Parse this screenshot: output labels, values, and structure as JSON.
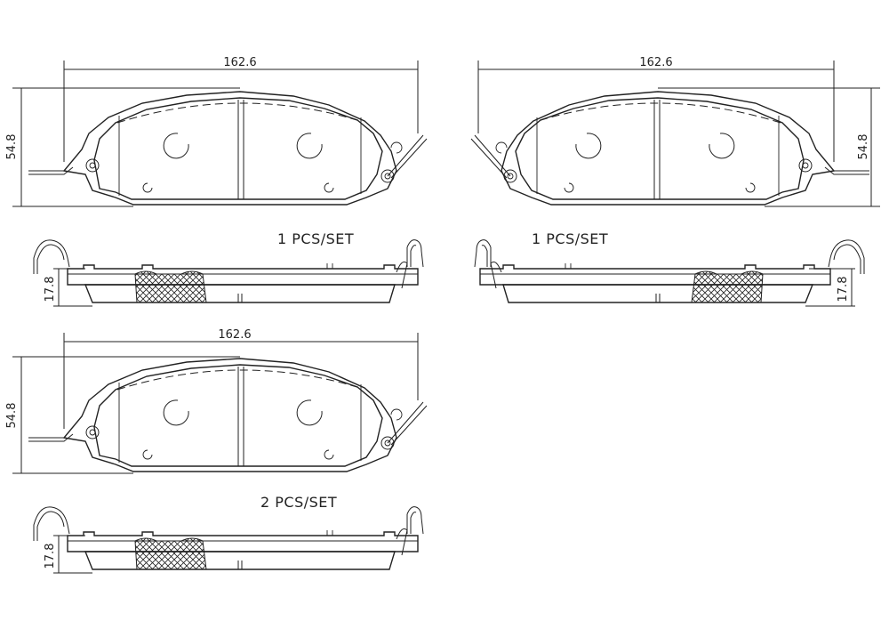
{
  "dimensions": {
    "width": "162.6",
    "height": "54.8",
    "thickness": "17.8"
  },
  "sets": {
    "top_left": "1  PCS/SET",
    "top_right": "1  PCS/SET",
    "bottom": "2  PCS/SET"
  }
}
